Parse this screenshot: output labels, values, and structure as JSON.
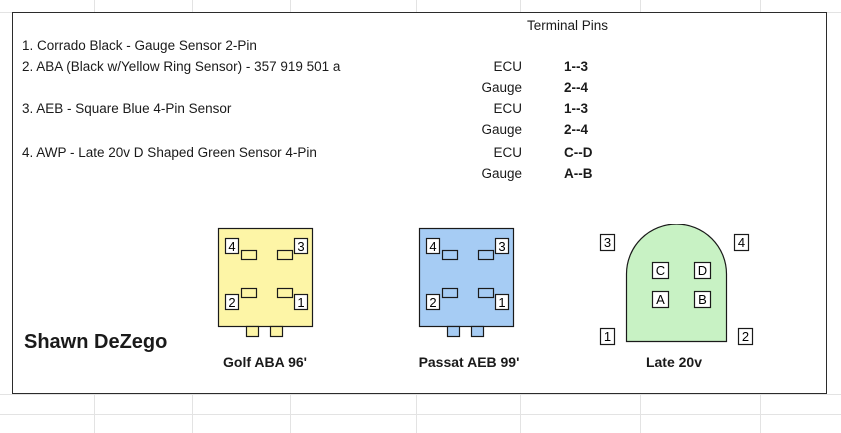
{
  "header": {
    "terminal_pins": "Terminal Pins"
  },
  "sensors": [
    {
      "label": "1. Corrado Black - Gauge Sensor 2-Pin"
    },
    {
      "label": "2. ABA (Black w/Yellow Ring Sensor) - 357 919 501 a"
    },
    {
      "label": "3. AEB - Square Blue 4-Pin Sensor"
    },
    {
      "label": "4. AWP - Late 20v D Shaped Green Sensor 4-Pin"
    }
  ],
  "pins": [
    {
      "label": "ECU",
      "value": "1--3"
    },
    {
      "label": "Gauge",
      "value": "2--4"
    },
    {
      "label": "ECU",
      "value": "1--3"
    },
    {
      "label": "Gauge",
      "value": "2--4"
    },
    {
      "label": "ECU",
      "value": "C--D"
    },
    {
      "label": "Gauge",
      "value": "A--B"
    }
  ],
  "author": "Shawn DeZego",
  "connectors": [
    {
      "caption": "Golf ABA 96'",
      "fill": "#fdf5a6",
      "pins": [
        "4",
        "3",
        "2",
        "1"
      ]
    },
    {
      "caption": "Passat AEB 99'",
      "fill": "#a6ccf4",
      "pins": [
        "4",
        "3",
        "2",
        "1"
      ]
    },
    {
      "caption": "Late 20v",
      "fill": "#c8f2c4",
      "inner": [
        "C",
        "D",
        "A",
        "B"
      ],
      "outer": [
        "3",
        "4",
        "1",
        "2"
      ]
    }
  ]
}
